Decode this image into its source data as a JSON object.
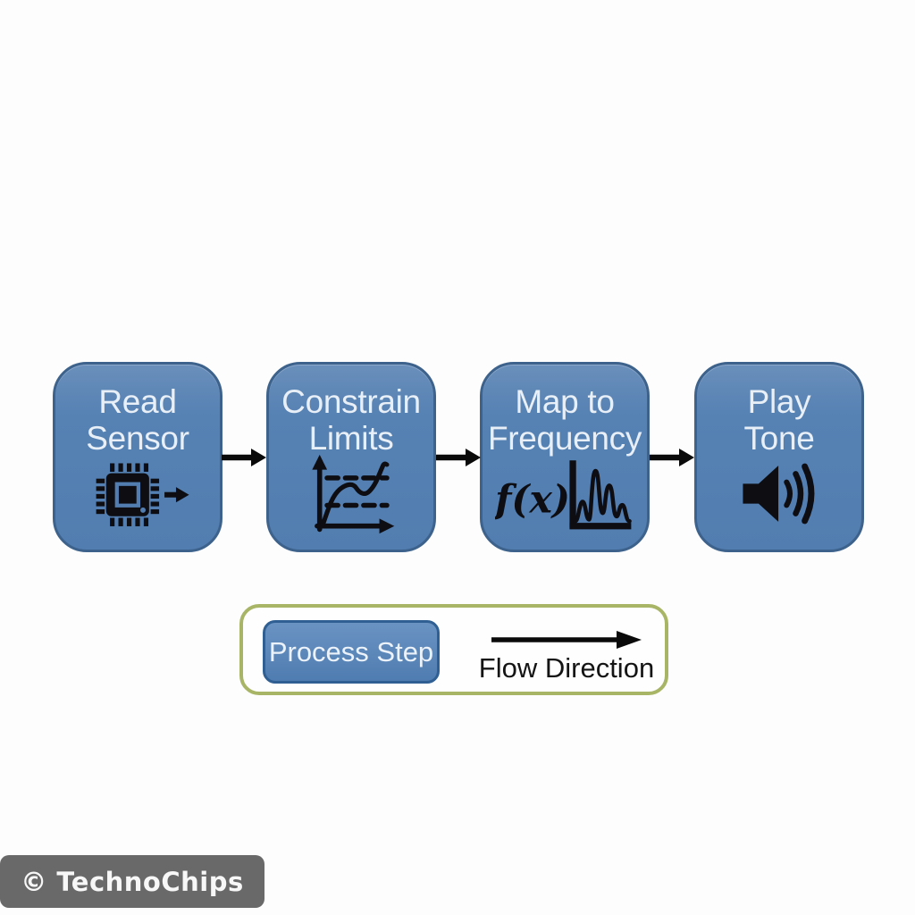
{
  "colors": {
    "background": "#fdfdfd",
    "box_fill": "#5581b3",
    "box_border": "#3d628c",
    "box_text": "#e8eff7",
    "icon_black": "#0d0d12",
    "arrow_black": "#0a0a0a",
    "legend_border": "#a9b566",
    "legend_bg": "#fefefe",
    "legend_text": "#141414",
    "watermark_bg": "#696969",
    "watermark_text": "#f7f7f7"
  },
  "flow": {
    "steps": [
      {
        "lines": [
          "Read",
          "Sensor"
        ],
        "icon": "microchip-output-arrow-icon"
      },
      {
        "lines": [
          "Constrain",
          "Limits"
        ],
        "icon": "graph-limits-icon"
      },
      {
        "lines": [
          "Map to",
          "Frequency"
        ],
        "icon": "fx-spectrum-icon",
        "formula": "f(x)"
      },
      {
        "lines": [
          "Play",
          "Tone"
        ],
        "icon": "speaker-icon"
      }
    ]
  },
  "legend": {
    "process_step_label": "Process Step",
    "flow_direction_label": "Flow Direction"
  },
  "watermark": {
    "text": "© TechnoChips"
  }
}
